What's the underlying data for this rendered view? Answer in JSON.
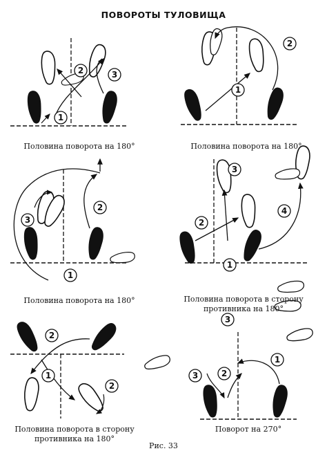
{
  "title": "ПОВОРОТЫ ТУЛОВИЩА",
  "panels": [
    {
      "caption": "Половина поворота на 180°"
    },
    {
      "caption": "Половина поворота на 180°"
    },
    {
      "caption": "Половина поворота на 180°"
    },
    {
      "caption": "Половина поворота в сторону противника на 180°"
    },
    {
      "caption": "Половина поворота в сторону противника на 180°"
    },
    {
      "caption": "Поворот на 270°"
    }
  ],
  "figure_label": "Рис. 33"
}
